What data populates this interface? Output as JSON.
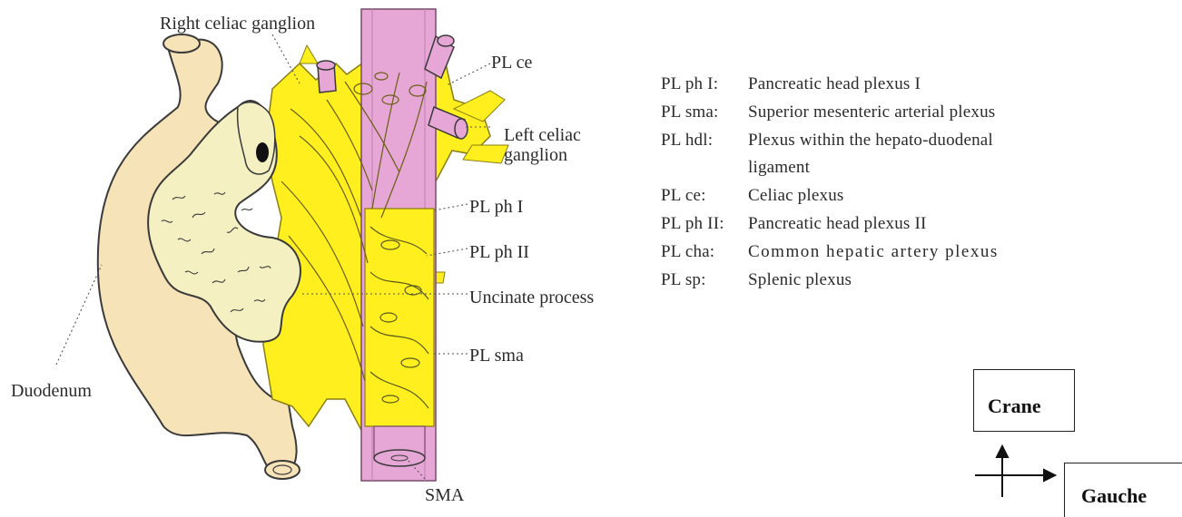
{
  "diagram": {
    "labels": {
      "right_celiac_ganglion": "Right celiac ganglion",
      "pl_ce": "PL ce",
      "left_celiac_ganglion": "Left celiac ganglion",
      "pl_ph_1": "PL ph I",
      "pl_ph_2": "PL ph II",
      "uncinate_process": "Uncinate process",
      "pl_sma": "PL sma",
      "duodenum": "Duodenum",
      "sma": "SMA"
    },
    "colors": {
      "duodenum": "#f7e3b8",
      "pancreas": "#f5f0c2",
      "nerve_plexus": "#ffef1f",
      "sma_artery": "#e6a6d6",
      "outline": "#3a3a3a"
    }
  },
  "legend": [
    {
      "abbr": "PL ph I:",
      "desc": "Pancreatic head plexus I"
    },
    {
      "abbr": "PL sma:",
      "desc": "Superior mesenteric arterial plexus"
    },
    {
      "abbr": "PL hdl:",
      "desc": "Plexus within the hepato-duodenal ligament"
    },
    {
      "abbr": "PL ce:",
      "desc": "Celiac plexus"
    },
    {
      "abbr": "PL ph II:",
      "desc": "Pancreatic head plexus II"
    },
    {
      "abbr": "PL cha:",
      "desc": "Common hepatic artery plexus"
    },
    {
      "abbr": "PL sp:",
      "desc": "Splenic plexus"
    }
  ],
  "orientation": {
    "crane": "Crane",
    "gauche": "Gauche"
  }
}
